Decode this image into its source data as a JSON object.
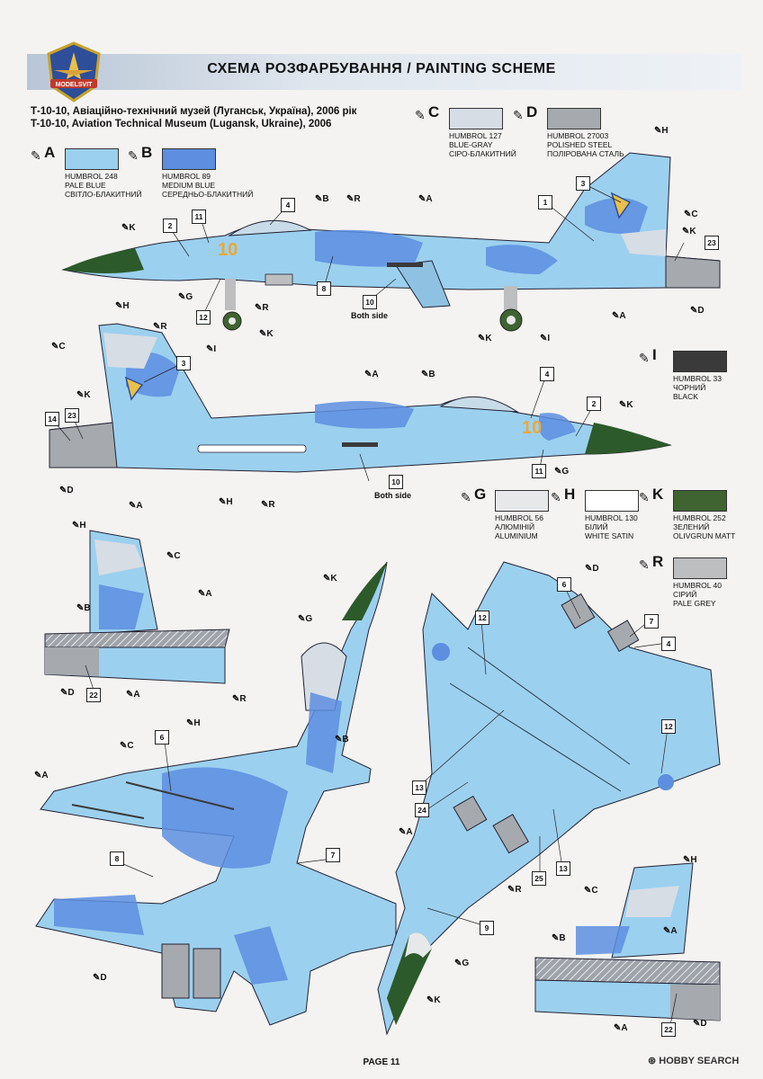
{
  "header": {
    "title": "СХЕМА РОЗФАРБУВАННЯ  / PAINTING  SCHEME",
    "logo_text": "MODELSVIT"
  },
  "subtitle": {
    "line_ua": "Т-10-10, Авіаційно-технічний музей (Луганськ, Україна), 2006 рік",
    "line_en": "T-10-10, Aviation Technical Museum (Lugansk, Ukraine), 2006"
  },
  "colors": [
    {
      "letter": "A",
      "line1": "HUMBROL 248",
      "line2": "PALE BLUE",
      "line3": "СВІТЛО-БЛАКИТНИЙ",
      "hex": "#9cd0ef"
    },
    {
      "letter": "B",
      "line1": "HUMBROL 89",
      "line2": "MEDIUM BLUE",
      "line3": "СЕРЕДНЬО-БЛАКИТНИЙ",
      "hex": "#5d8ee0"
    },
    {
      "letter": "C",
      "line1": "HUMBROL 127",
      "line2": "BLUE-GRAY",
      "line3": "СІРО-БЛАКИТНИЙ",
      "hex": "#d6dde5"
    },
    {
      "letter": "D",
      "line1": "HUMBROL 27003",
      "line2": "POLISHED STEEL",
      "line3": "ПОЛІРОВАНА СТАЛЬ",
      "hex": "#a6a9ad"
    },
    {
      "letter": "I",
      "line1": "HUMBROL 33",
      "line2": "ЧОРНИЙ",
      "line3": "BLACK",
      "hex": "#3a3a3a"
    },
    {
      "letter": "G",
      "line1": "HUMBROL 56",
      "line2": "АЛЮМІНІЙ",
      "line3": "ALUMINIUM",
      "hex": "#e6e8ea"
    },
    {
      "letter": "H",
      "line1": "HUMBROL 130",
      "line2": "БІЛИЙ",
      "line3": "WHITE SATIN",
      "hex": "#ffffff"
    },
    {
      "letter": "K",
      "line1": "HUMBROL 252",
      "line2": "ЗЕЛЕНИЙ",
      "line3": "OLIVGRUN MATT",
      "hex": "#3f6431"
    },
    {
      "letter": "R",
      "line1": "HUMBROL 40",
      "line2": "СІРИЙ",
      "line3": "PALE GREY",
      "hex": "#bcbec0"
    }
  ],
  "notes": {
    "both_side_1": "Both side",
    "both_side_2": "Both side",
    "tail_code": "10"
  },
  "footer": {
    "page": "PAGE 11",
    "watermark": "HOBBY SEARCH"
  }
}
